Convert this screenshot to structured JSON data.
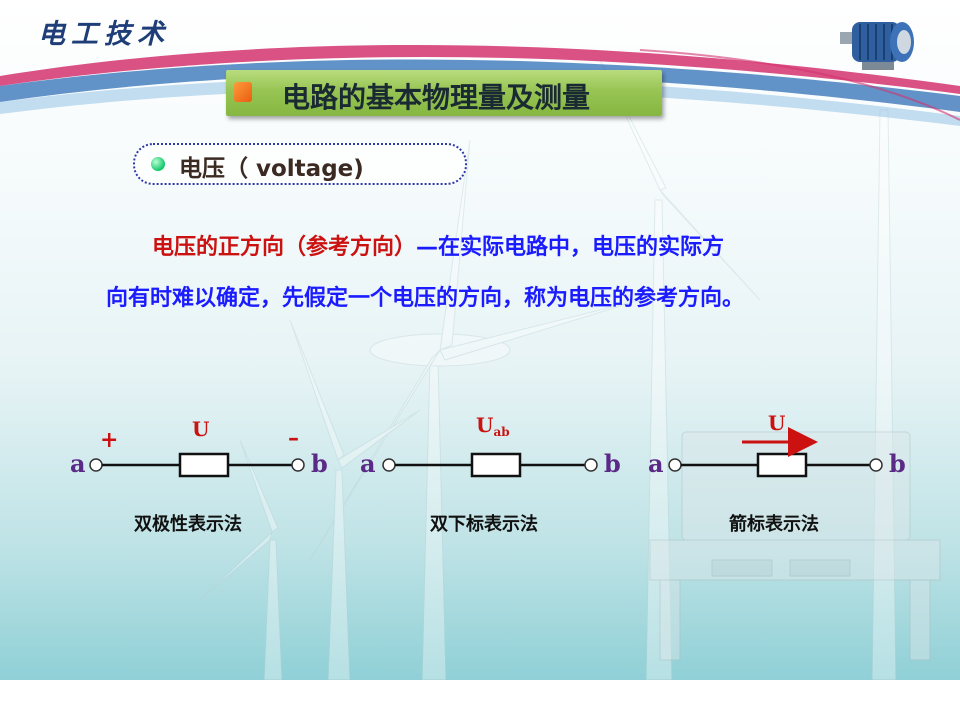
{
  "brand": "电工技术",
  "title": "电路的基本物理量及测量",
  "subtopic": "电压（ voltage)",
  "paragraph": {
    "line1_red": "电压的正方向（参考方向）",
    "line1_blue": "—在实际电路中，电压的实际方",
    "line2": "向有时难以确定，先假定一个电压的方向，称为电压的参考方向。"
  },
  "diagrams": [
    {
      "a": "a",
      "b": "b",
      "plus": "+",
      "minus": "–",
      "label": "U",
      "caption": "双极性表示法"
    },
    {
      "a": "a",
      "b": "b",
      "label_main": "U",
      "label_sub": "ab",
      "caption": "双下标表示法"
    },
    {
      "a": "a",
      "b": "b",
      "label": "U",
      "caption": "箭标表示法"
    }
  ],
  "colors": {
    "title_bar": "#97c453",
    "accent_red": "#cc1111",
    "accent_blue": "#1b1bff",
    "terminal_purple": "#5b2a86",
    "brand_navy": "#1f3e78"
  }
}
